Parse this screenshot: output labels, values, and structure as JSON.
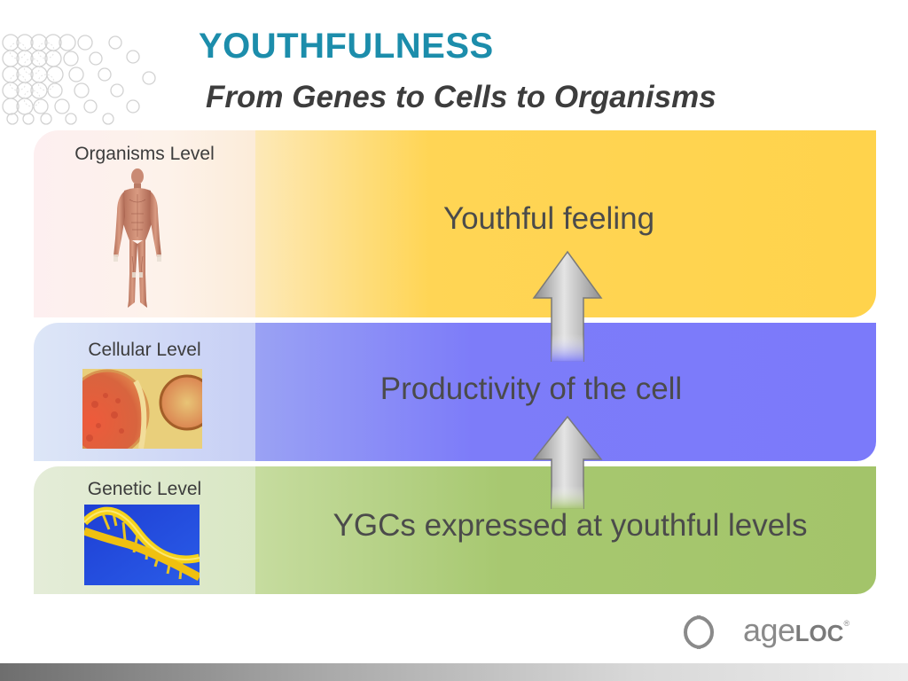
{
  "slide": {
    "title": "YOUTHFULNESS",
    "subtitle": "From Genes to Cells to Organisms"
  },
  "levels": [
    {
      "label": "Organisms Level",
      "statement": "Youthful feeling",
      "image": "human-anatomy-figure",
      "color": "#ffd34c"
    },
    {
      "label": "Cellular Level",
      "statement": "Productivity of the cell",
      "image": "cell-microscopy",
      "color": "#7b7afa"
    },
    {
      "label": "Genetic Level",
      "statement": "YGCs expressed at youthful levels",
      "image": "dna-helix",
      "color": "#a3c46a"
    }
  ],
  "arrows": [
    "up-arrow-icon",
    "up-arrow-icon"
  ],
  "brand": {
    "logo": "ageloc-logo",
    "word_light": "age",
    "word_bold": "LOC",
    "mark": "®"
  },
  "colors": {
    "title": "#1c8dab",
    "text": "#4b4b4b"
  }
}
